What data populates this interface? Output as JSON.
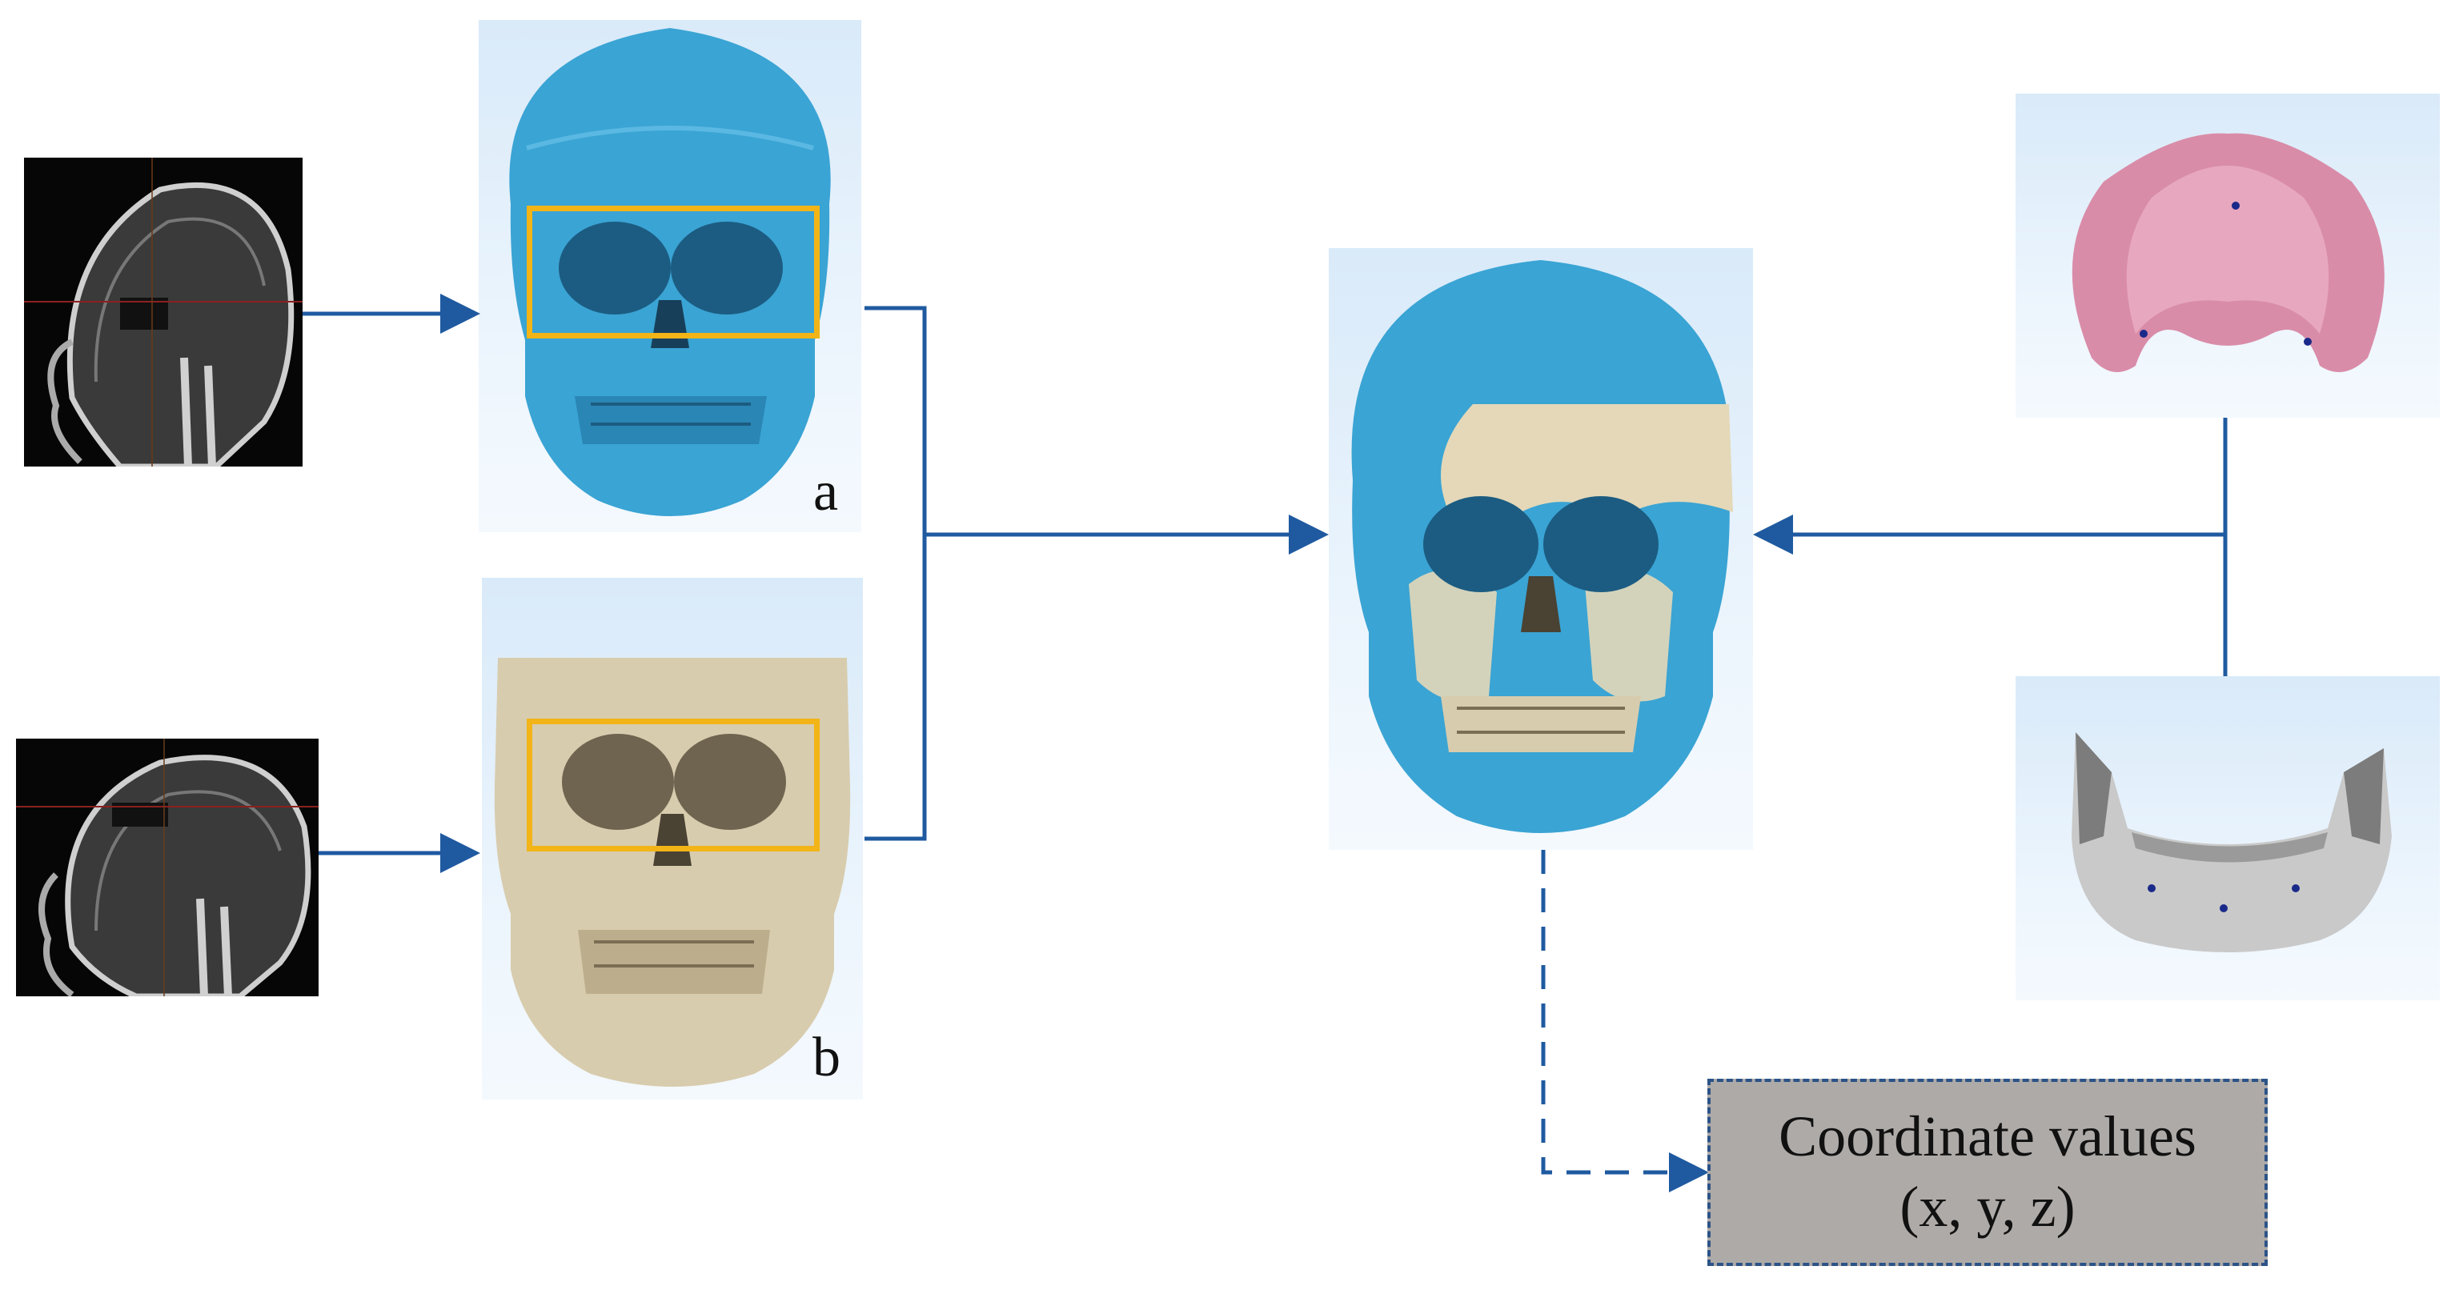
{
  "labels": {
    "a": "a",
    "b": "b"
  },
  "output_box": {
    "line1": "Coordinate values",
    "line2": "(x, y, z)"
  },
  "icons": {
    "ct_top": "ct-sagittal-scan-icon",
    "ct_bottom": "ct-sagittal-scan-icon",
    "skull_a": "skull-model-blue-icon",
    "skull_b": "skull-model-beige-icon",
    "fused": "fused-skull-model-icon",
    "maxilla": "maxillary-dental-model-icon",
    "mandible": "mandibular-dental-model-icon"
  },
  "colors": {
    "arrow": "#1f5aa0",
    "roi_box": "#f2b417",
    "skull_blue": "#3aa4d4",
    "skull_beige": "#d8ccae",
    "maxilla_pink": "#d98ca8",
    "mandible_gray": "#c9c9c9"
  }
}
